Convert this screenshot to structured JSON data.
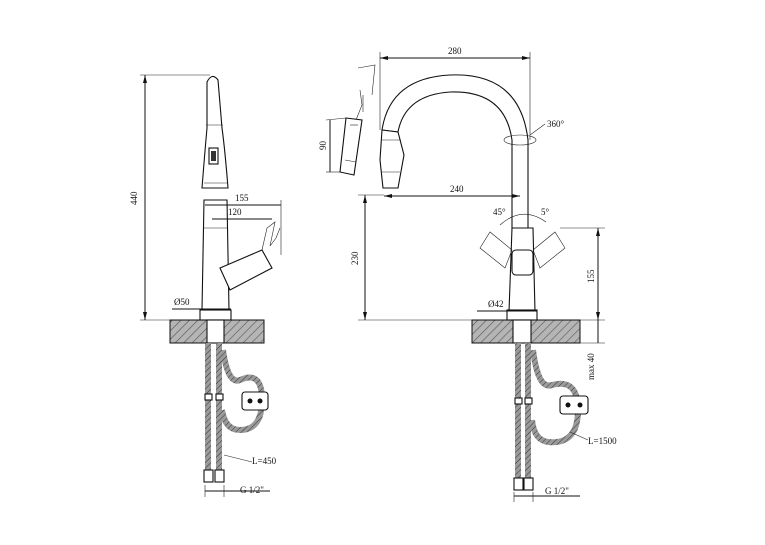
{
  "colors": {
    "line": "#111111",
    "hatch": "#9a9a9a",
    "background": "#ffffff"
  },
  "side_view": {
    "height": "440",
    "spout_reach": "155",
    "handle_reach": "120",
    "base_diameter": "Ø50",
    "hose_length": "L=450",
    "thread": "G 1/2\""
  },
  "front_view": {
    "width": "280",
    "rotation": "360°",
    "spray_height": "90",
    "spout_reach": "240",
    "height": "230",
    "handle_angle_left": "45°",
    "handle_angle_right": "5°",
    "handle_height": "155",
    "base_diameter": "Ø42",
    "max_counter_thickness": "max 40",
    "hose_length": "L=1500",
    "thread": "G 1/2\""
  }
}
